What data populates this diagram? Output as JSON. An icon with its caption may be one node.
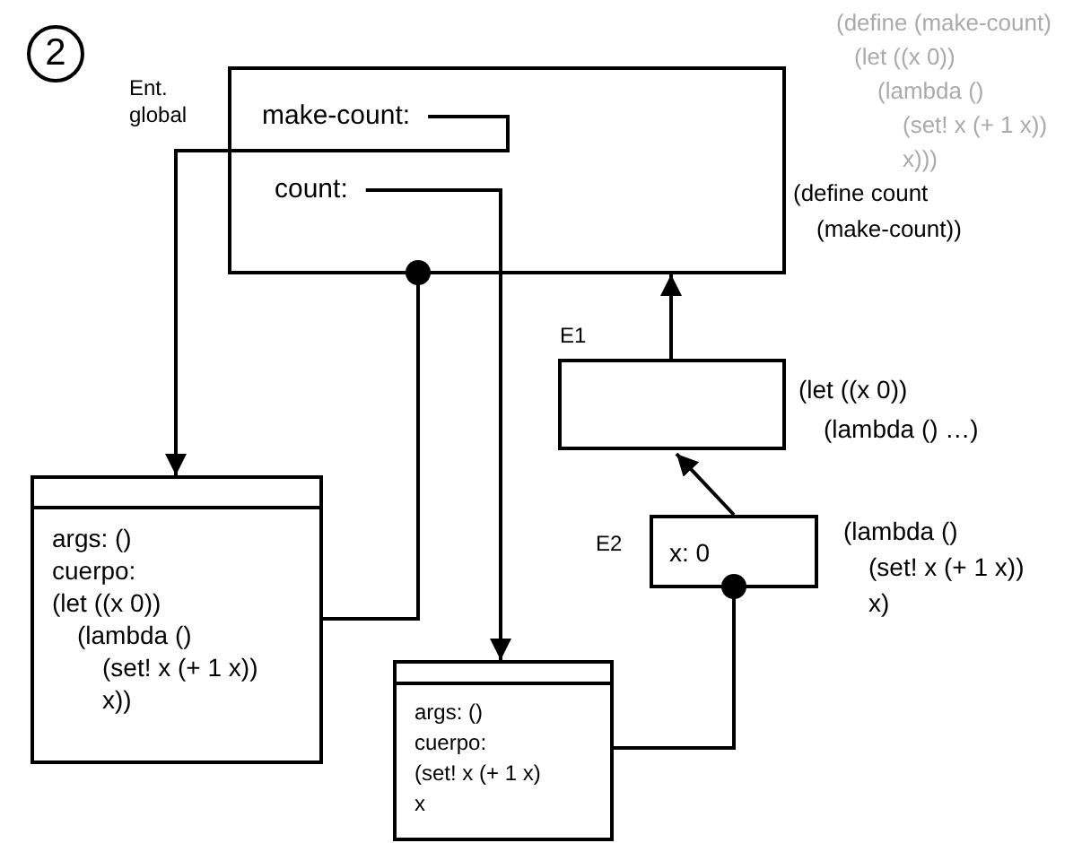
{
  "diagram": {
    "nodes": [
      {
        "text": [
          "2"
        ]
      },
      {
        "text": [
          "Ent. global"
        ]
      },
      {
        "text": [
          "make-count:"
        ],
        "in": 1
      },
      {
        "text": [
          "count:"
        ],
        "in": 1
      },
      {
        "text": [
          "args: ()",
          "cuerpo:",
          "(let ((x 0))",
          "(lambda ()",
          "(set! x (+ 1 x))",
          "x))"
        ]
      },
      {
        "text": [
          "args: ()",
          "cuerpo:",
          "(set! x (+ 1 x)",
          "x"
        ]
      },
      {
        "text": [
          "E1"
        ],
        "beside": [
          "(let ((x 0))",
          "(lambda () …)"
        ]
      },
      {
        "text": [
          "E2",
          "x: 0"
        ],
        "beside": [
          "(lambda ()",
          "(set! x (+ 1 x))",
          "x)"
        ]
      }
    ],
    "edges": [
      {
        "from": 2,
        "to": 4,
        "arrow": "to"
      },
      {
        "from": 3,
        "to": 5,
        "arrow": "to"
      },
      {
        "from": 4,
        "to": 1,
        "arrow": "other"
      },
      {
        "from": 5,
        "to": 7,
        "arrow": "other"
      },
      {
        "from": 6,
        "to": 1,
        "arrow": "to"
      },
      {
        "from": 7,
        "to": 6,
        "arrow": "to"
      }
    ],
    "labels": [
      "(define (make-count)",
      "(let ((x 0))",
      "(lambda ()",
      "(set! x (+ 1 x))",
      "x)))",
      "(define count",
      "(make-count))"
    ]
  }
}
